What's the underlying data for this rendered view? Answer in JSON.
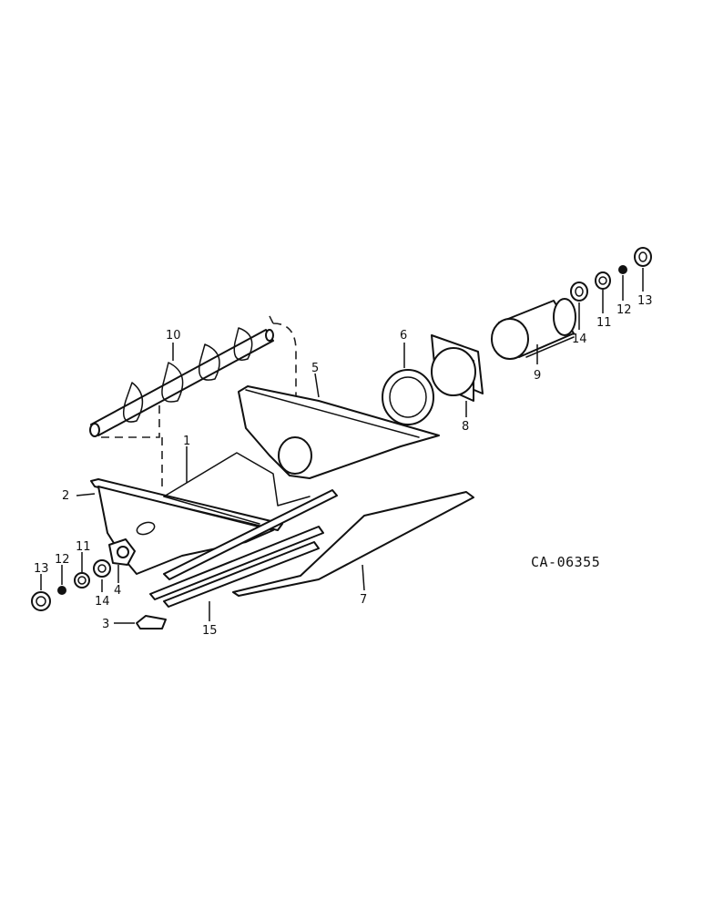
{
  "drawing_code": "CA-06355",
  "callouts": {
    "c1": "1",
    "c2": "2",
    "c3": "3",
    "c4": "4",
    "c5": "5",
    "c6": "6",
    "c7": "7",
    "c8": "8",
    "c9": "9",
    "c10": "10",
    "c11a": "11",
    "c12a": "12",
    "c13a": "13",
    "c14a": "14",
    "c11b": "11",
    "c12b": "12",
    "c13b": "13",
    "c14b": "14",
    "c15": "15"
  }
}
